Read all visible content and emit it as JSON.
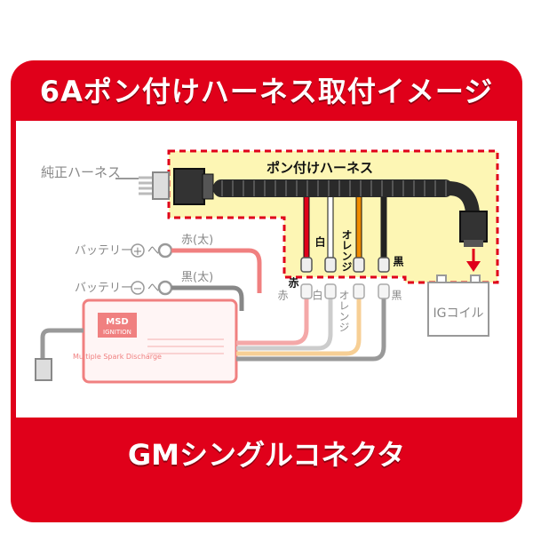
{
  "title": "6Aポン付けハーネス取付イメージ",
  "footer": "GMシングルコネクタ",
  "labels": {
    "stock_harness": "純正ハーネス",
    "pon_harness": "ポン付けハーネス",
    "battery_plus": "バッテリー",
    "battery_plus_sign": "+",
    "battery_plus_to": "へ",
    "battery_minus": "バッテリー",
    "battery_minus_sign": "−",
    "battery_minus_to": "へ",
    "red_thick": "赤(太)",
    "black_thick": "黒(太)",
    "ig_coil": "IGコイル",
    "msd_brand_1": "MSD",
    "msd_brand_2": "IGNITION",
    "msd_model": "Multiple Spark Discharge"
  },
  "wire_labels_top": [
    "赤",
    "白",
    "オレンジ",
    "黒"
  ],
  "wire_labels_bottom": [
    "赤",
    "白",
    "オレンジ",
    "黒"
  ],
  "colors": {
    "frame_red": "#e0001a",
    "highlight_yellow": "#fdf6b4",
    "wire_red": "#e0001a",
    "wire_white": "#ffffff",
    "wire_orange": "#f08c00",
    "wire_black": "#222222"
  }
}
